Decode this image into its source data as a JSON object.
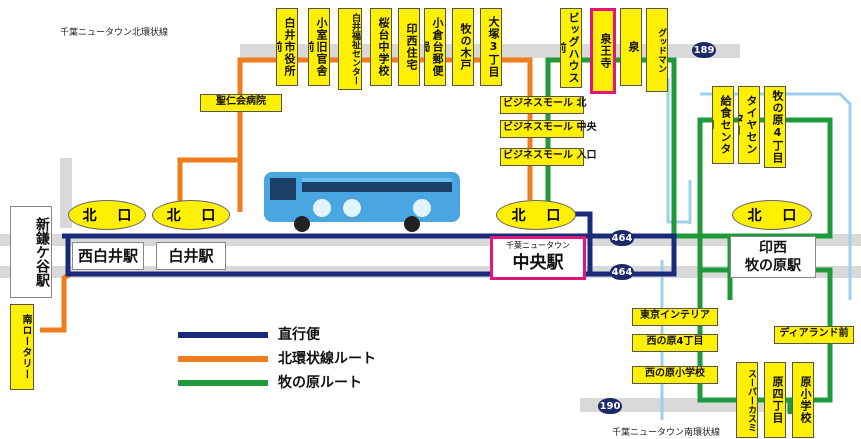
{
  "road_labels": {
    "north": "千葉ニュータウン北環状線",
    "south": "千葉ニュータウン南環状線"
  },
  "route_shields": [
    "189",
    "464",
    "464",
    "190"
  ],
  "north_stops": [
    {
      "name": "白井市役所前"
    },
    {
      "name": "小室旧官舎前"
    },
    {
      "name": "白井福祉センター"
    },
    {
      "name": "桜台中学校"
    },
    {
      "name": "印西住宅"
    },
    {
      "name": "小倉台郵便局"
    },
    {
      "name": "牧の木戸"
    },
    {
      "name": "大塚3丁目"
    },
    {
      "name": "ビッグハウス前"
    },
    {
      "name": "泉王寺"
    },
    {
      "name": "泉"
    },
    {
      "name": "グッドマン"
    }
  ],
  "seijinkai": "聖仁会病院",
  "business_stops": [
    "ビジネスモール 北",
    "ビジネスモール 中央",
    "ビジネスモール 入口"
  ],
  "east_stops": [
    "給食センター",
    "タイヤセンター",
    "牧の原4丁目"
  ],
  "south_stops_h": [
    "東京インテリア",
    "西の原4丁目",
    "西の原小学校"
  ],
  "disney_stop": "ディアランド前",
  "south_stops_v": [
    "スーパーカスミ",
    "原四丁目",
    "原小学校"
  ],
  "kitaguchi": [
    "北 口",
    "北 口",
    "北 口",
    "北 口"
  ],
  "stations": {
    "shinkamagaya": "新鎌ケ谷駅",
    "minami_rotary": "南ロータリー",
    "nishishiroi": "西白井駅",
    "shiroi": "白井駅",
    "chuo_small": "千葉ニュータウン",
    "chuo": "中央駅",
    "makinohara_1": "印西",
    "makinohara_2": "牧の原駅"
  },
  "legend": [
    {
      "label": "直行便",
      "color": "#1a2a7a"
    },
    {
      "label": "北環状線ルート",
      "color": "#f07c1e"
    },
    {
      "label": "牧の原ルート",
      "color": "#1f9a3a"
    }
  ]
}
